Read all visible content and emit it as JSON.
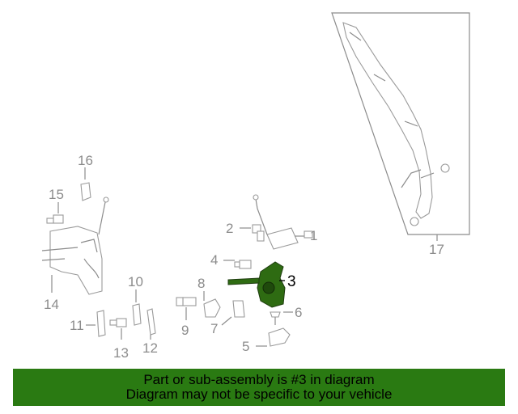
{
  "callouts": {
    "c1": "1",
    "c2": "2",
    "c3": "3",
    "c4": "4",
    "c5": "5",
    "c6": "6",
    "c7": "7",
    "c8": "8",
    "c9": "9",
    "c10": "10",
    "c11": "11",
    "c12": "12",
    "c13": "13",
    "c14": "14",
    "c15": "15",
    "c16": "16",
    "c17": "17"
  },
  "highlight_color": "#2e6b12",
  "banner": {
    "line1": "Part or sub-assembly is #3 in diagram",
    "line2": "Diagram may not be specific to your vehicle",
    "color": "#2a7a12"
  }
}
